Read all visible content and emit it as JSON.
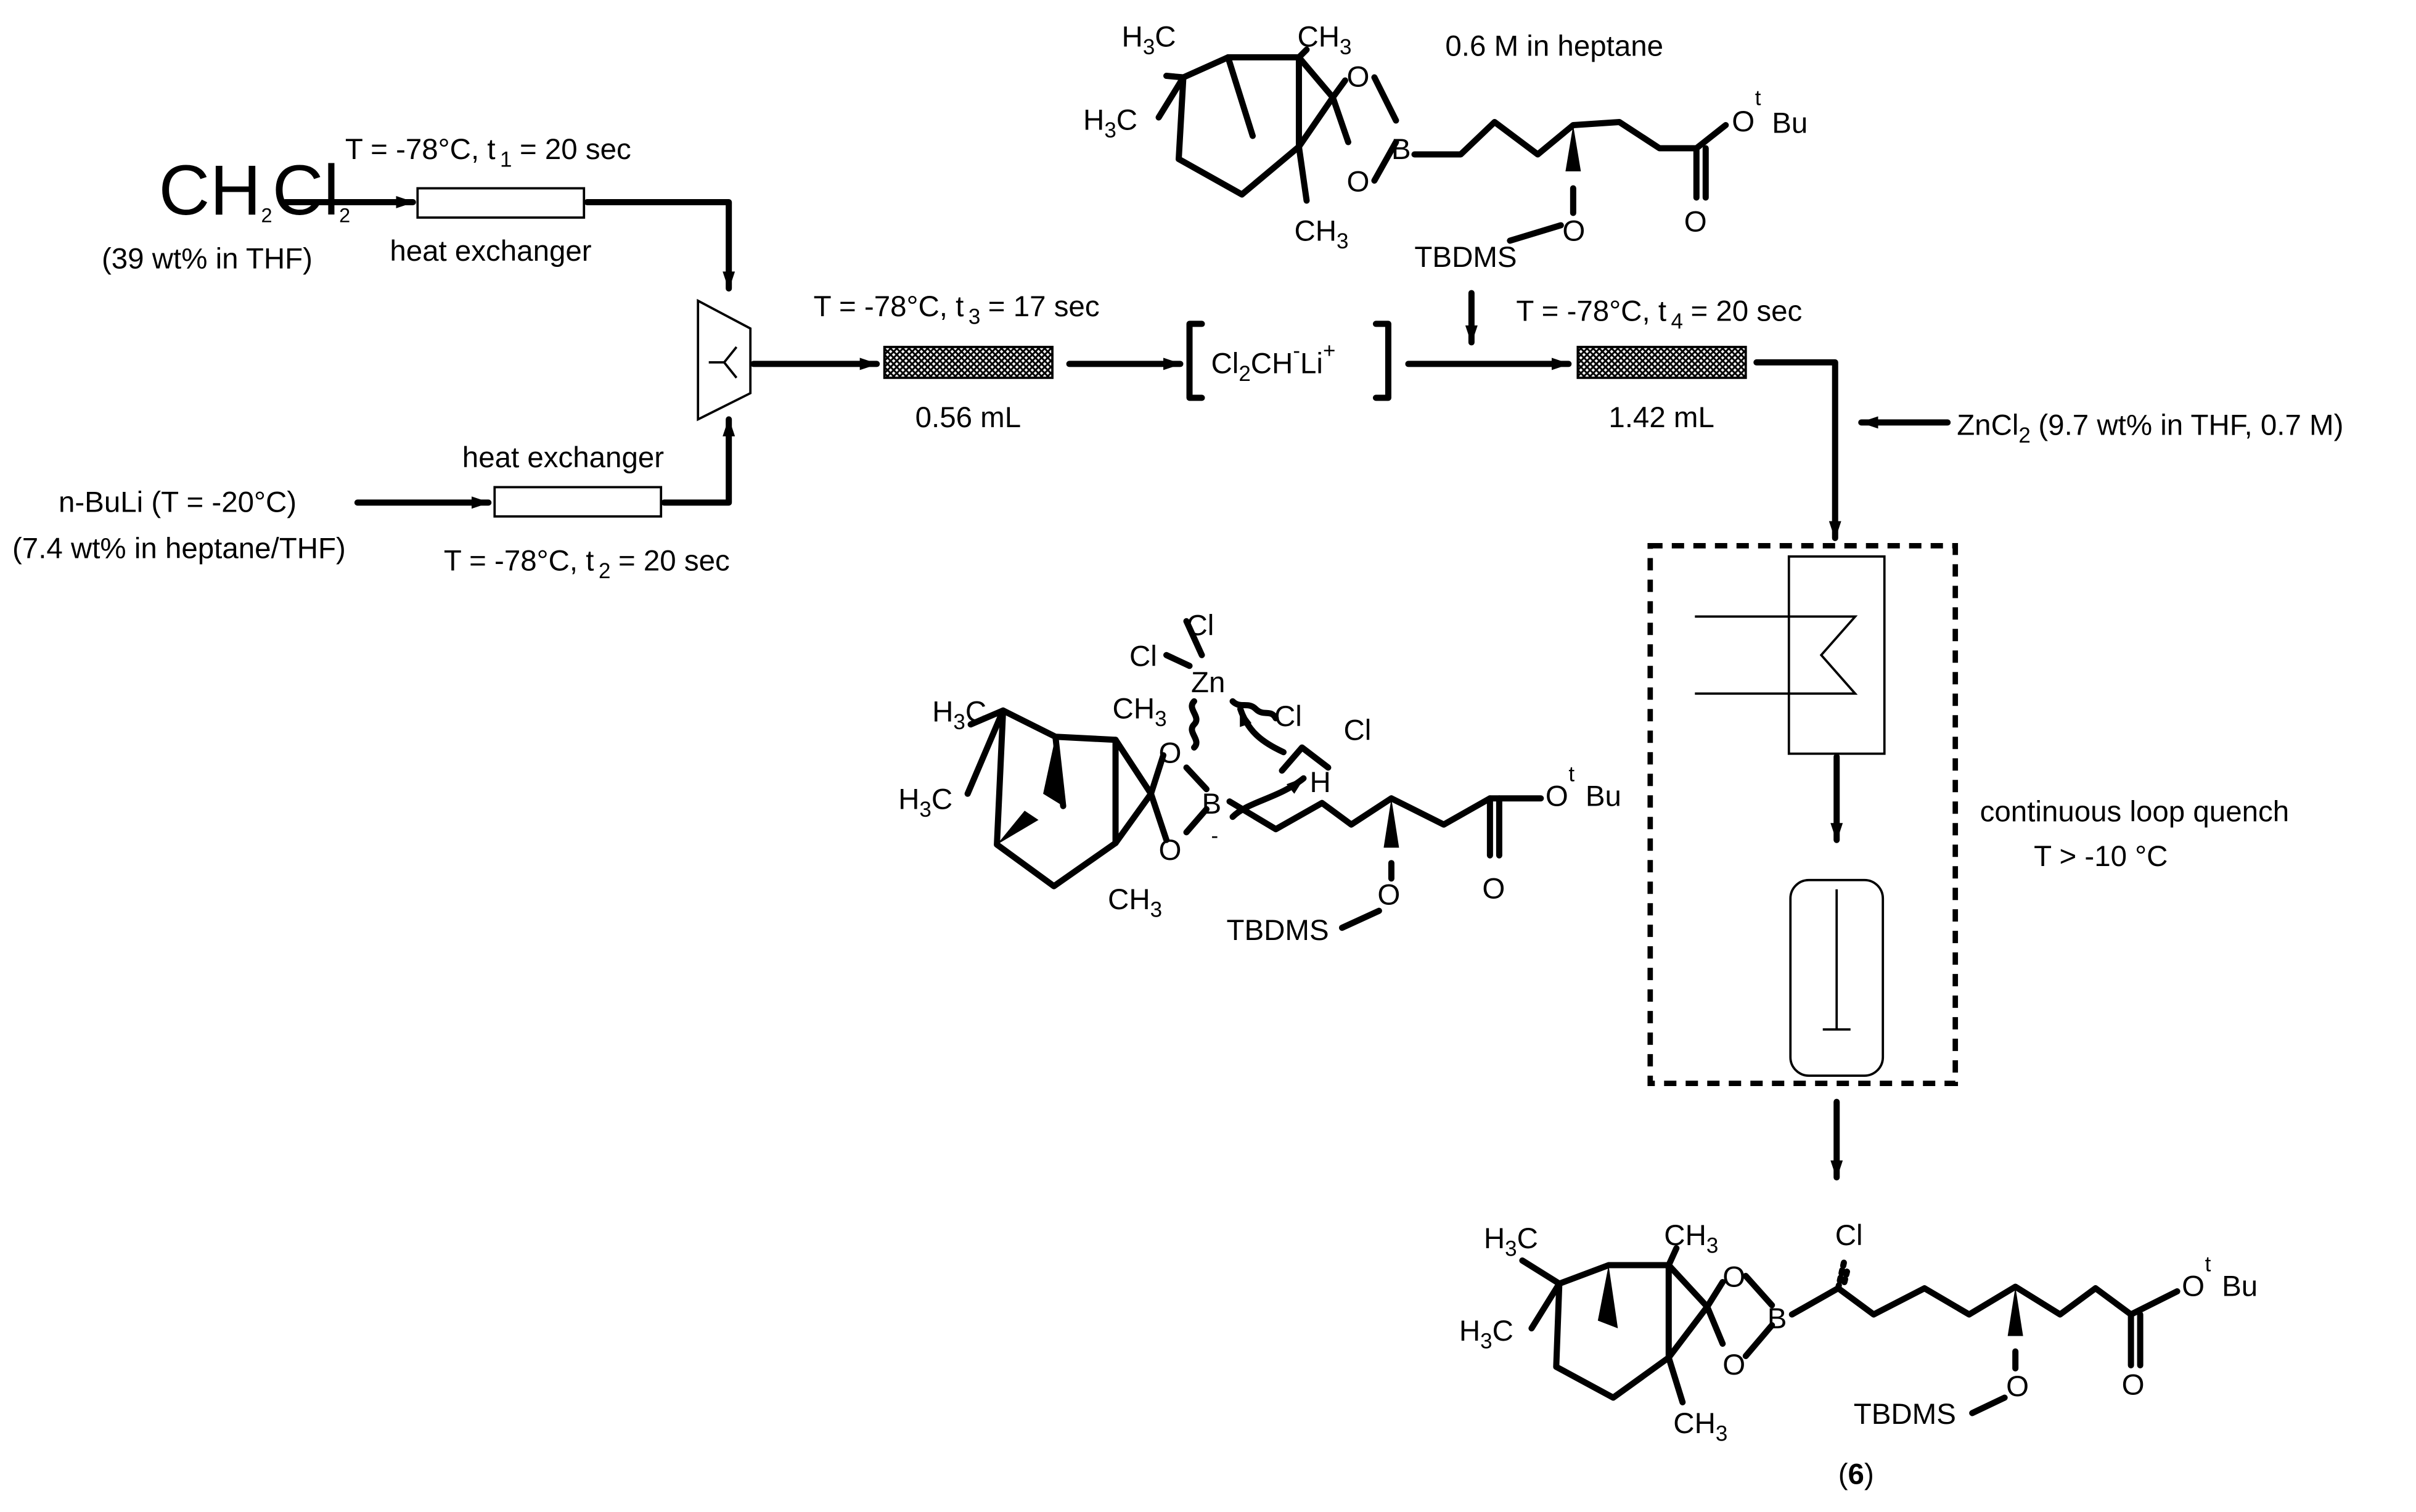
{
  "feeds": {
    "ch2cl2": {
      "formula_main": "CH",
      "formula_sub1": "2",
      "formula_mid": "Cl",
      "formula_sub2": "2",
      "conc": "(39 wt% in THF)"
    },
    "nbuli": {
      "label": "n-BuLi (T = -20°C)",
      "conc": "(7.4 wt% in heptane/THF)"
    }
  },
  "heat_exchanger_1": {
    "cond_pre": "T = -78°C, t",
    "cond_sub": "1",
    "cond_post": "= 20 sec",
    "label": "heat exchanger"
  },
  "heat_exchanger_2": {
    "cond_pre": "T = -78°C, t",
    "cond_sub": "2",
    "cond_post": "= 20 sec",
    "label": "heat exchanger"
  },
  "reactor_1": {
    "cond_pre": "T = -78°C, t",
    "cond_sub": "3",
    "cond_post": "= 17 sec",
    "volume": "0.56 mL"
  },
  "intermediate": {
    "part1": "Cl",
    "sub": "2",
    "part2": "CH",
    "sup_minus": "-",
    "part3": "Li",
    "sup_plus": "+"
  },
  "reactor_2": {
    "cond_pre": "T = -78°C, t",
    "cond_sub": "4",
    "cond_post": "= 20 sec",
    "volume": "1.42 mL"
  },
  "boronate_feed": {
    "conc": "0.6 M in heptane"
  },
  "zncl2_feed": {
    "pre": "ZnCl",
    "sub": "2",
    "post": "(9.7 wt% in THF, 0.7 M)"
  },
  "quench": {
    "line1": "continuous loop quench",
    "line2": "T > -10 °C"
  },
  "compound_label": {
    "open": "(",
    "num": "6",
    "close": ")"
  },
  "atoms": {
    "H": "H",
    "C": "C",
    "H3C": "H3C",
    "CH3": "CH3",
    "three": "3",
    "O": "O",
    "B": "B",
    "Cl": "Cl",
    "Zn": "Zn",
    "t": "t",
    "Bu": "Bu",
    "TBDMS": "TBDMS",
    "minus": "-"
  }
}
